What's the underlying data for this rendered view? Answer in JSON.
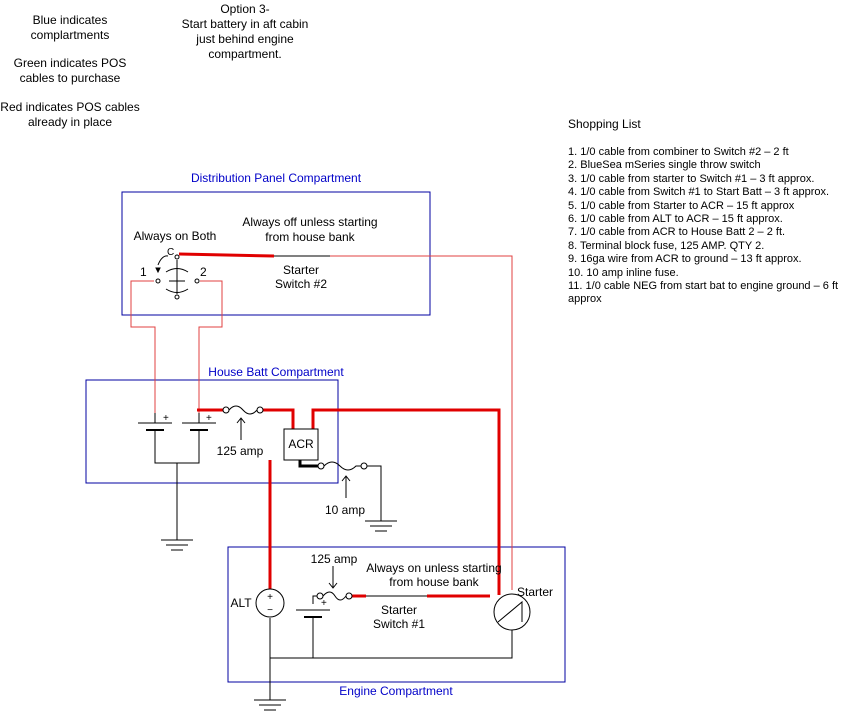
{
  "legend": {
    "blue": [
      "Blue indicates",
      "complartments"
    ],
    "green": [
      "Green indicates POS",
      "cables to purchase"
    ],
    "red": [
      "Red indicates POS cables",
      "already in place"
    ]
  },
  "option": [
    "Option 3-",
    "Start battery in aft cabin",
    "just behind engine",
    "compartment."
  ],
  "shopping": {
    "title": "Shopping List",
    "items": [
      "1.  1/0 cable from combiner to Switch #2 – 2 ft",
      "2.  BlueSea mSeries single throw switch",
      "3.  1/0 cable from starter to Switch #1 – 3 ft approx.",
      "4.  1/0 cable from Switch #1 to Start Batt – 3 ft approx.",
      "5.  1/0 cable from Starter to ACR – 15 ft approx",
      "6.  1/0 cable from ALT to ACR – 15 ft approx.",
      "7.  1/0 cable from ACR to House Batt 2 – 2 ft.",
      "8.  Terminal block fuse, 125 AMP.  QTY 2.",
      "9.  16ga wire from ACR to ground – 13 ft approx.",
      "10. 10 amp inline fuse.",
      "11.  1/0 cable NEG from start bat to engine ground – 6 ft approx"
    ]
  },
  "compartments": {
    "distribution": "Distribution Panel Compartment",
    "house": "House Batt Compartment",
    "engine": "Engine Compartment"
  },
  "labels": {
    "always_on_both": "Always on Both",
    "switch_c": "C",
    "switch_1": "1",
    "switch_2": "2",
    "always_off": [
      "Always off unless starting",
      "from house bank"
    ],
    "starter_switch_2": [
      "Starter",
      "Switch #2"
    ],
    "fuse_125_house": "125 amp",
    "acr": "ACR",
    "fuse_10": "10 amp",
    "fuse_125_engine": "125 amp",
    "always_on_unless": [
      "Always on unless starting",
      "from house bank"
    ],
    "starter_switch_1": [
      "Starter",
      "Switch #1"
    ],
    "alt": "ALT",
    "starter": "Starter",
    "plus": "+",
    "minus": "−"
  },
  "colors": {
    "compartment": "#0000a0",
    "red_heavy": "#e00000",
    "red_thin": "#e04040",
    "wire": "#000000"
  }
}
